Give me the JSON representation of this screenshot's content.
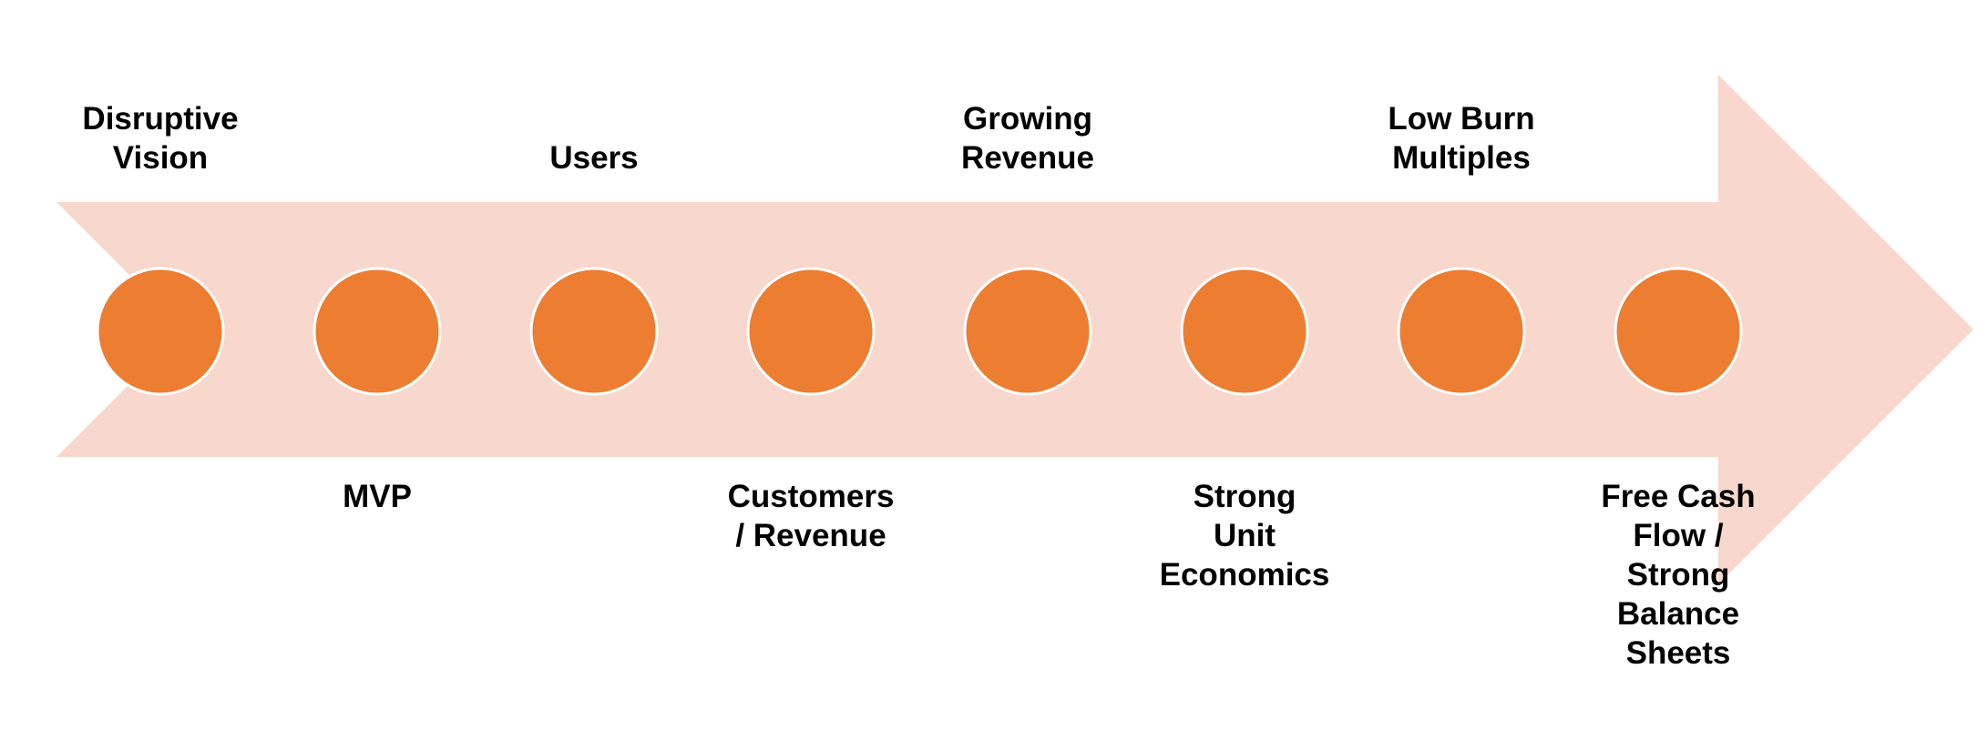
{
  "colors": {
    "arrow_fill": "#f8d7cc",
    "node_fill": "#ed7d31",
    "node_stroke": "#ffffff",
    "text": "#000000"
  },
  "stages": [
    {
      "label": "Disruptive\nVision",
      "placement": "above"
    },
    {
      "label": "MVP",
      "placement": "below"
    },
    {
      "label": "Users",
      "placement": "above"
    },
    {
      "label": "Customers\n/ Revenue",
      "placement": "below"
    },
    {
      "label": "Growing\nRevenue",
      "placement": "above"
    },
    {
      "label": "Strong\nUnit\nEconomics",
      "placement": "below"
    },
    {
      "label": "Low Burn\nMultiples",
      "placement": "above"
    },
    {
      "label": "Free Cash\nFlow /\nStrong\nBalance\nSheets",
      "placement": "below"
    }
  ]
}
